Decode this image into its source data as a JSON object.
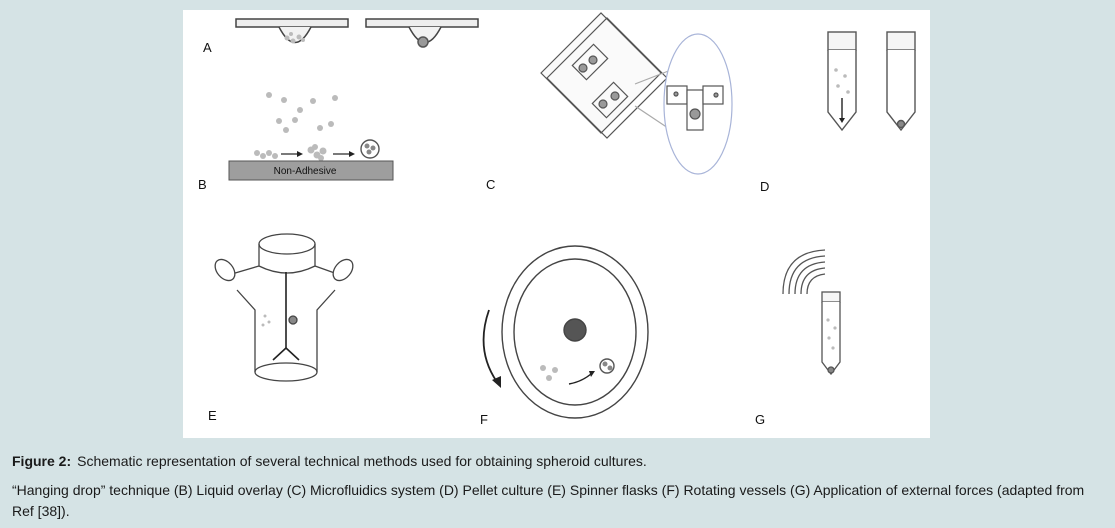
{
  "figure": {
    "panel_labels": {
      "a": "A",
      "b": "B",
      "c": "C",
      "d": "D",
      "e": "E",
      "f": "F",
      "g": "G"
    },
    "non_adhesive_label": "Non-Adhesive"
  },
  "caption": {
    "label": "Figure 2:",
    "title": "Schematic representation of several technical methods used for obtaining spheroid cultures.",
    "body": "“Hanging drop” technique (B) Liquid overlay (C) Microfluidics system (D) Pellet culture (E) Spinner flasks (F) Rotating vessels (G) Application of external forces (adapted from Ref [38])."
  }
}
